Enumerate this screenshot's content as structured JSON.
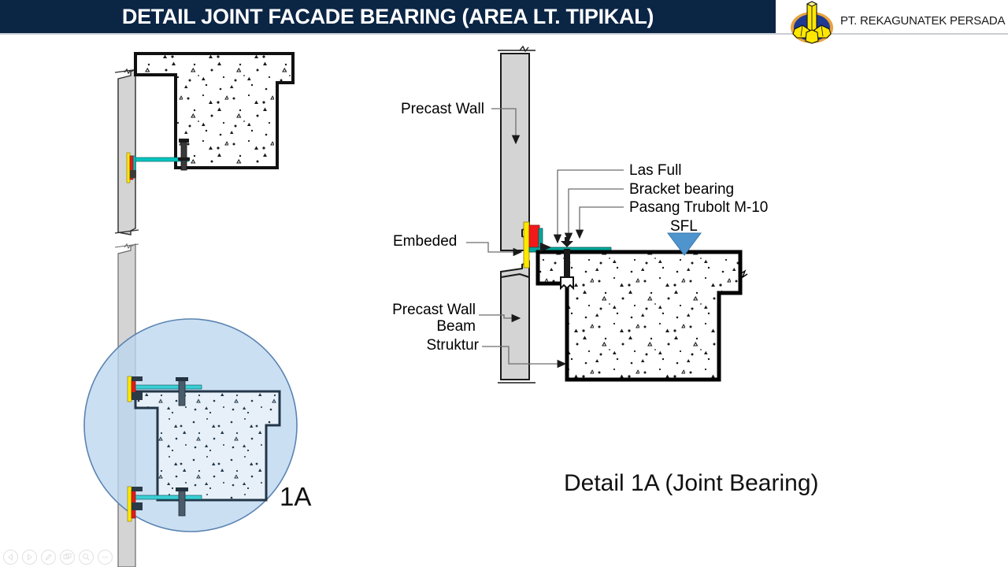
{
  "header": {
    "title": "DETAIL JOINT FACADE BEARING (AREA LT. TIPIKAL)",
    "banner_color": "#0b2545",
    "title_color": "#ffffff",
    "company": "PT. REKAGUNATEK PERSADA",
    "logo_colors": {
      "prism": "#ffe800",
      "disc": "#1f3a93",
      "ring": "#e8a33d"
    }
  },
  "main_detail": {
    "labels": {
      "precast_wall_top": "Precast Wall",
      "embeded": "Embeded",
      "las_full": "Las Full",
      "bracket_bearing": "Bracket bearing",
      "pasang_trubolt": "Pasang Trubolt M-10",
      "sfl": "SFL",
      "precast_wall_bottom": "Precast Wall",
      "beam": "Beam",
      "struktur": "Struktur"
    },
    "caption": "Detail 1A (Joint Bearing)",
    "colors": {
      "wall_fill": "#d4d4d4",
      "wall_stroke": "#2b2b2b",
      "embed_yellow": "#ffe800",
      "embed_red": "#f01a18",
      "bracket_teal": "#00a79c",
      "sfl_marker": "#4f94cd",
      "concrete_outline": "#000000",
      "leader_line": "#808080"
    }
  },
  "left_details": {
    "top_detail": {
      "wall_fill": "#d4d4d4",
      "slab_outline": "#111111",
      "bracket_teal": "#00c4bf",
      "embed_yellow": "#ffe800",
      "embed_red": "#e11d18"
    },
    "bottom_detail": {
      "callout_tag": "1A",
      "bubble_fill": "#bcd6ef",
      "bubble_stroke": "#5b84b1",
      "slab_outline": "#233648",
      "bracket_teal": "#39cfd4"
    }
  },
  "toolbar": {
    "items": [
      {
        "name": "previous",
        "icon": "triangle-left-icon"
      },
      {
        "name": "next",
        "icon": "triangle-right-icon"
      },
      {
        "name": "pen",
        "icon": "pen-icon"
      },
      {
        "name": "slides",
        "icon": "slides-icon"
      },
      {
        "name": "zoom",
        "icon": "magnifier-icon"
      },
      {
        "name": "more",
        "icon": "ellipsis-icon"
      }
    ]
  }
}
